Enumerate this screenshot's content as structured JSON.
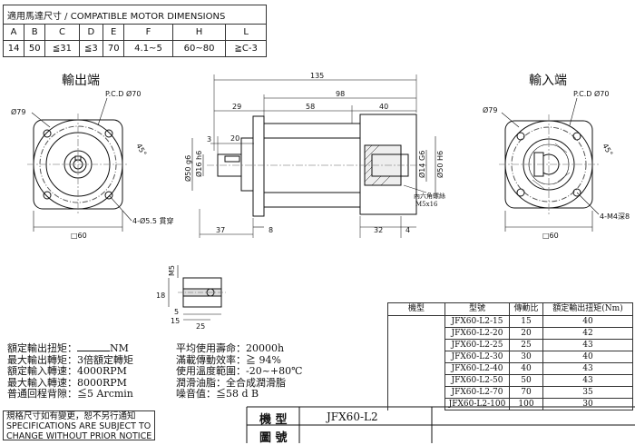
{
  "compat": {
    "title": "適用馬達尺寸 / COMPATIBLE MOTOR DIMENSIONS",
    "headers": [
      "A",
      "B",
      "C",
      "D",
      "E",
      "F",
      "H",
      "L"
    ],
    "values": [
      "14",
      "50",
      "≦31",
      "≦3",
      "70",
      "4.1~5",
      "60~80",
      "≧C-3"
    ]
  },
  "views": {
    "output_end": "輸出端",
    "input_end": "輸入端"
  },
  "dims": {
    "total": "135",
    "body": "98",
    "d58": "58",
    "d40": "40",
    "d29": "29",
    "d3": "3",
    "d20": "20",
    "d37": "37",
    "d8": "8",
    "d32": "32",
    "d4": "4",
    "phi79": "Ø79",
    "pcd70": "P.C.D Ø70",
    "deg45": "45°",
    "holes_out": "4-Ø5.5 貫穿",
    "holes_in": "4-M4深8",
    "sq60": "□60",
    "phi50": "Ø50 g6",
    "phi16": "Ø16 h6",
    "phi14": "Ø14 G6",
    "phi50b": "Ø50 H6",
    "inner_hex": "內六角螺絲",
    "m5x16": "M5x16",
    "key_m5": "M5",
    "key_18": "18",
    "key_5": "5",
    "key_15": "15",
    "key_25": "25"
  },
  "specs": {
    "left": [
      {
        "label": "額定輸出扭矩：",
        "value": "NM"
      },
      {
        "label": "最大輸出轉矩：",
        "value": "3倍額定轉矩"
      },
      {
        "label": "額定輸入轉速：",
        "value": "4000RPM"
      },
      {
        "label": "最大輸入轉速：",
        "value": "8000RPM"
      },
      {
        "label": "普通回程背隙：",
        "value": "≦5 Arcmin"
      }
    ],
    "right": [
      {
        "label": "平均使用壽命：",
        "value": "20000h"
      },
      {
        "label": "滿載傳動效率：",
        "value": "≧ 94%"
      },
      {
        "label": "使用溫度範圍：",
        "value": "-20~+80℃"
      },
      {
        "label": "潤滑油脂：",
        "value": "全合成潤滑脂"
      },
      {
        "label": "噪音值：",
        "value": "≦58 d B"
      }
    ]
  },
  "models": {
    "headers": [
      "機型",
      "型號",
      "傳動比",
      "額定輸出扭矩(Nm)"
    ],
    "rows": [
      [
        "JFX60-L2-15",
        "15",
        "40"
      ],
      [
        "JFX60-L2-20",
        "20",
        "42"
      ],
      [
        "JFX60-L2-25",
        "25",
        "43"
      ],
      [
        "JFX60-L2-30",
        "30",
        "40"
      ],
      [
        "JFX60-L2-40",
        "40",
        "43"
      ],
      [
        "JFX60-L2-50",
        "50",
        "43"
      ],
      [
        "JFX60-L2-70",
        "70",
        "35"
      ],
      [
        "JFX60-L2-100",
        "100",
        "30"
      ]
    ]
  },
  "notice": {
    "line1": "規格尺寸如有變更，恕不另行通知",
    "line2": "SPECIFICATIONS ARE SUBJECT TO",
    "line3": "CHANGE WITHOUT PRIOR NOTICE"
  },
  "title_block": {
    "model_label": "機 型",
    "model_value": "JFX60-L2",
    "drawing_label": "圖 號",
    "drawing_value": ""
  }
}
